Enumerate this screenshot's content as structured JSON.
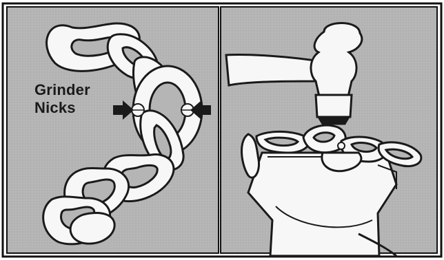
{
  "figure": {
    "callout_line1": "Grinder",
    "callout_line2": "Nicks"
  },
  "colors": {
    "panel_fill": "#b7b7b7",
    "ink": "#1a1a1a",
    "link_fill": "#f7f7f7",
    "border": "#111111"
  },
  "icons": {
    "left_panel": "chain-with-nicks-illustration",
    "right_panel": "hammer-striking-chain-on-anvil-illustration",
    "arrows": "nick-pointer-arrow-icon"
  }
}
